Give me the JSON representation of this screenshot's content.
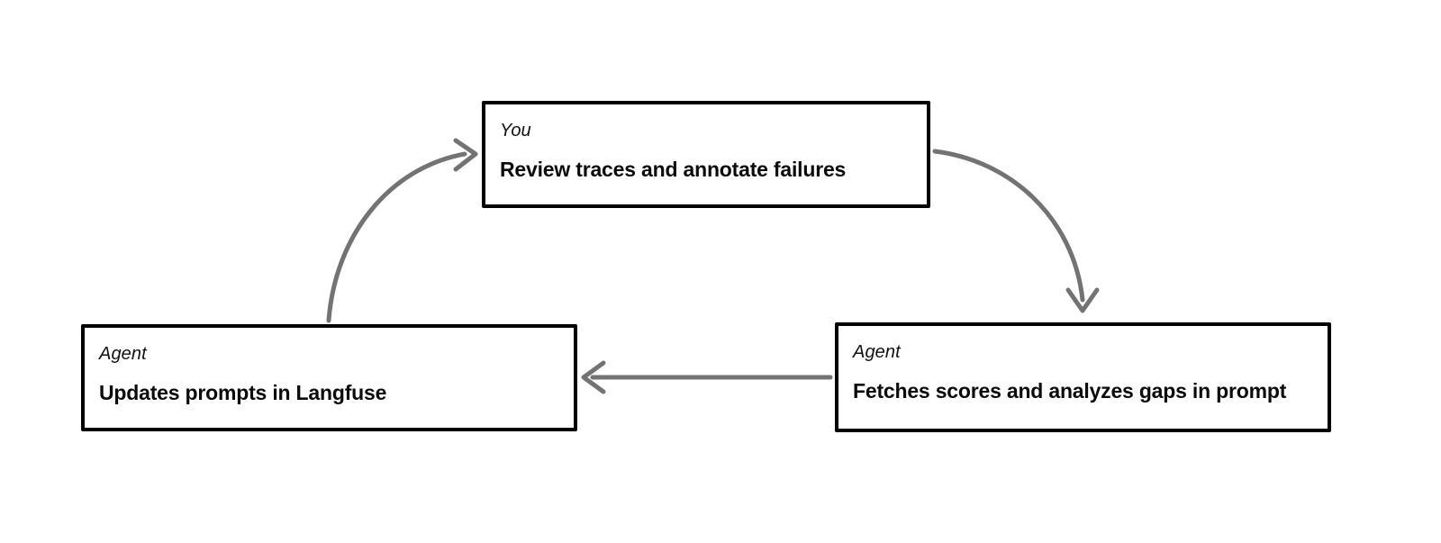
{
  "diagram": {
    "type": "cycle-flow",
    "background_color": "#ffffff",
    "node_border_color": "#000000",
    "edge_color": "#737373",
    "nodes": [
      {
        "id": "you",
        "role": "You",
        "title": "Review traces and annotate failures"
      },
      {
        "id": "updates",
        "role": "Agent",
        "title": "Updates prompts in Langfuse"
      },
      {
        "id": "fetches",
        "role": "Agent",
        "title": "Fetches scores and analyzes gaps in prompt"
      }
    ],
    "edges": [
      {
        "id": "you-to-fetches",
        "from": "you",
        "to": "fetches",
        "style": "curved",
        "arrowhead": "open-v"
      },
      {
        "id": "fetches-to-updates",
        "from": "fetches",
        "to": "updates",
        "style": "straight",
        "arrowhead": "open-v"
      },
      {
        "id": "updates-to-you",
        "from": "updates",
        "to": "you",
        "style": "curved",
        "arrowhead": "open-v"
      }
    ]
  }
}
